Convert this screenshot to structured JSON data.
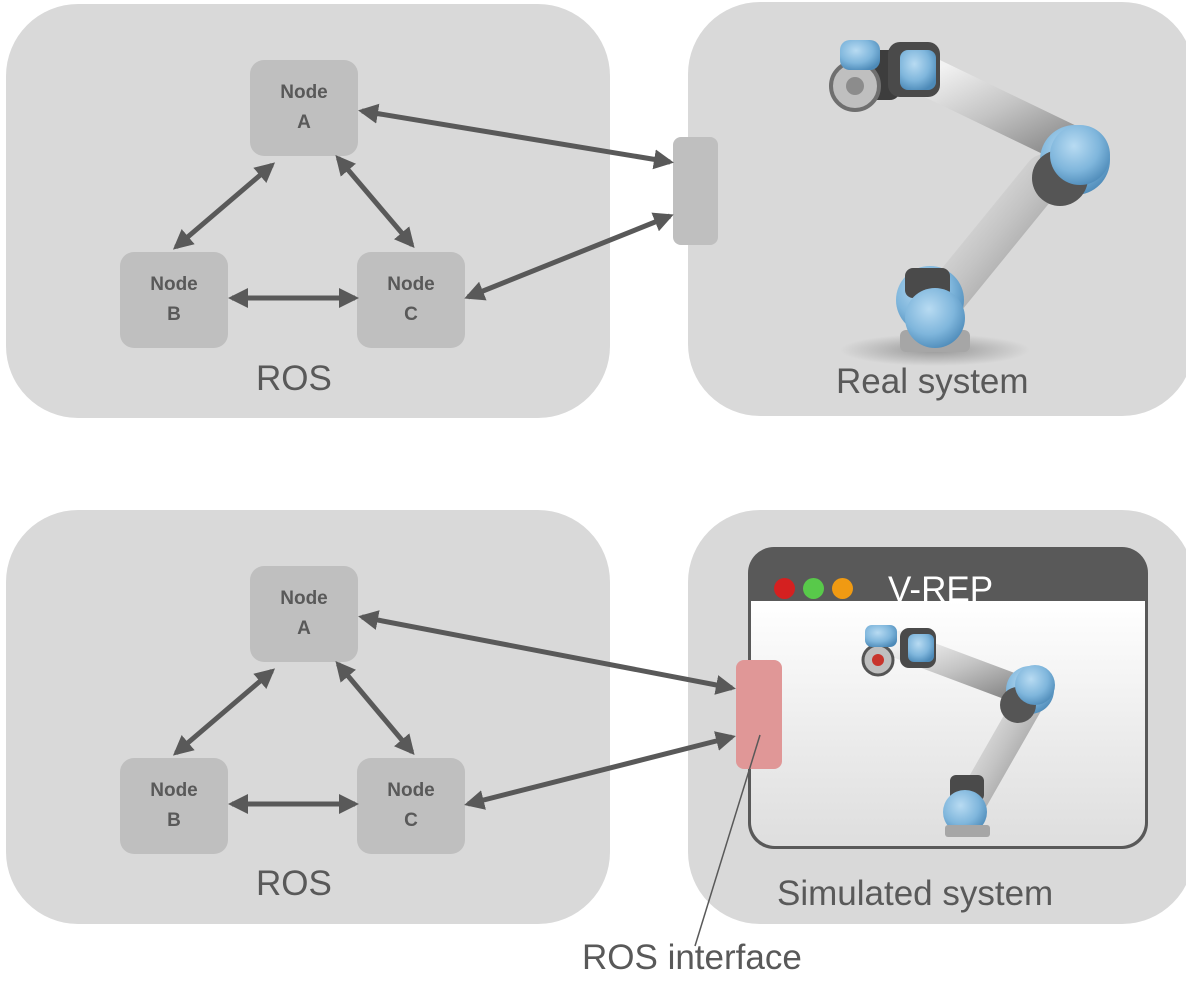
{
  "top_diagram": {
    "ros_label": "ROS",
    "system_label": "Real system",
    "nodes": {
      "a": {
        "line1": "Node",
        "line2": "A"
      },
      "b": {
        "line1": "Node",
        "line2": "B"
      },
      "c": {
        "line1": "Node",
        "line2": "C"
      }
    }
  },
  "bottom_diagram": {
    "ros_label": "ROS",
    "system_label": "Simulated system",
    "nodes": {
      "a": {
        "line1": "Node",
        "line2": "A"
      },
      "b": {
        "line1": "Node",
        "line2": "B"
      },
      "c": {
        "line1": "Node",
        "line2": "C"
      }
    },
    "window": {
      "title": "V-REP",
      "buttons": [
        "close-dot",
        "minimize-dot",
        "maximize-dot"
      ]
    }
  },
  "annotation": "ROS interface",
  "colors": {
    "panel": "#d9d9d9",
    "node": "#bfbfbf",
    "text": "#595959",
    "arrow": "#595959",
    "real_connector": "#bfbfbf",
    "ros_interface_connector": "#e09797",
    "window_frame": "#595959",
    "robot_joint": "#6fa8d8"
  }
}
